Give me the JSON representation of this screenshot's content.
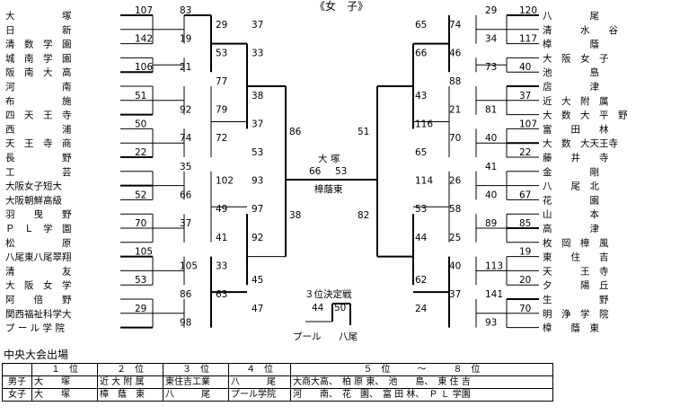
{
  "title": "《女　子》",
  "left_teams": [
    "大　　　　　塚",
    "日　　　　　新",
    "清　数　学　園",
    "城　南　学　園",
    "阪　南　大　高",
    "河　　　　　南",
    "布　　　　　施",
    "四　天　王　寺",
    "西　　　　　浦",
    "天　王　寺　商",
    "長　　　　　野",
    "工　　　　　芸",
    "大阪女子短大",
    "大阪朝鮮高級",
    "羽　　曳　　野",
    "Ｐ　Ｌ　学　園",
    "松　　　　　原",
    "八尾東八尾翠翔",
    "清　　　　　友",
    "大　阪　女　学",
    "阿　　倍　　野",
    "関西福祉科学大",
    "プ ー ル 学 院"
  ],
  "right_teams": [
    "八　　　　尾",
    "清　　　水　　谷",
    "樟　　　　蔭",
    "大　阪　女　子",
    "池　　　　島",
    "扂　　　　津",
    "近　大　附　属",
    "大　数　大　平　野",
    "富　　田　　林",
    "大　数　大天王寺",
    "藤　　井　　寺",
    "金　　　　剛",
    "八　　尾　北",
    "花　　　　園",
    "山　　　　本",
    "高　　　　津",
    "枚　岡　樟　風",
    "東　　住　　吉",
    "天　　　王　寺",
    "夕　　　陽　丘",
    "生　　　　　野",
    "明　浄　学　院",
    "樟　　蔭　東"
  ],
  "left_scores": [
    "107",
    "83",
    "29",
    "37",
    "142",
    "19",
    "53",
    "33",
    "106",
    "21",
    "77",
    "38",
    "51",
    "92",
    "79",
    "37",
    "50",
    "74",
    "72",
    "53",
    "22",
    "35",
    "102",
    "93",
    "52",
    "66",
    "49",
    "97",
    "70",
    "37",
    "41",
    "92",
    "105",
    "105",
    "33",
    "45",
    "53",
    "86",
    "63",
    "47",
    "29",
    "98"
  ],
  "right_scores": [
    "120",
    "29",
    "74",
    "65",
    "117",
    "34",
    "46",
    "66",
    "40",
    "73",
    "88",
    "43",
    "37",
    "81",
    "21",
    "116",
    "107",
    "40",
    "70",
    "65",
    "22",
    "41",
    "26",
    "114",
    "67",
    "40",
    "58",
    "53",
    "85",
    "89",
    "25",
    "44",
    "19",
    "113",
    "40",
    "62",
    "20",
    "141",
    "37",
    "24",
    "70",
    "93"
  ],
  "final": {
    "winner_label": "大 塚",
    "runner_label": "樟蔭東",
    "score_left": "66",
    "score_right": "53",
    "semi_left_top": "86",
    "semi_left_bottom": "38",
    "semi_right_top": "51",
    "semi_right_bottom": "82"
  },
  "third_place": {
    "label": "３位決定戦",
    "score_left": "44",
    "score_right": "50",
    "team_left": "プール",
    "team_right": "八尾"
  },
  "section_heading": "中央大会出場",
  "summary_table": {
    "headers": [
      "",
      "１　位",
      "２　位",
      "３　位",
      "４　位",
      "５　位　　　～　　　８　位"
    ],
    "rows": [
      [
        "男子",
        "大　　塚",
        "近 大 附 属",
        "東住吉工業",
        "八　　　尾",
        "大商大高、　柏 原 東、　池　　島、　東 住 吉"
      ],
      [
        "女子",
        "大　　塚",
        "樟　蔭　東",
        "八　　　尾",
        "プール学院",
        "河　　南、　花　園、　富 田 林、　Ｐ Ｌ 学園"
      ]
    ]
  }
}
